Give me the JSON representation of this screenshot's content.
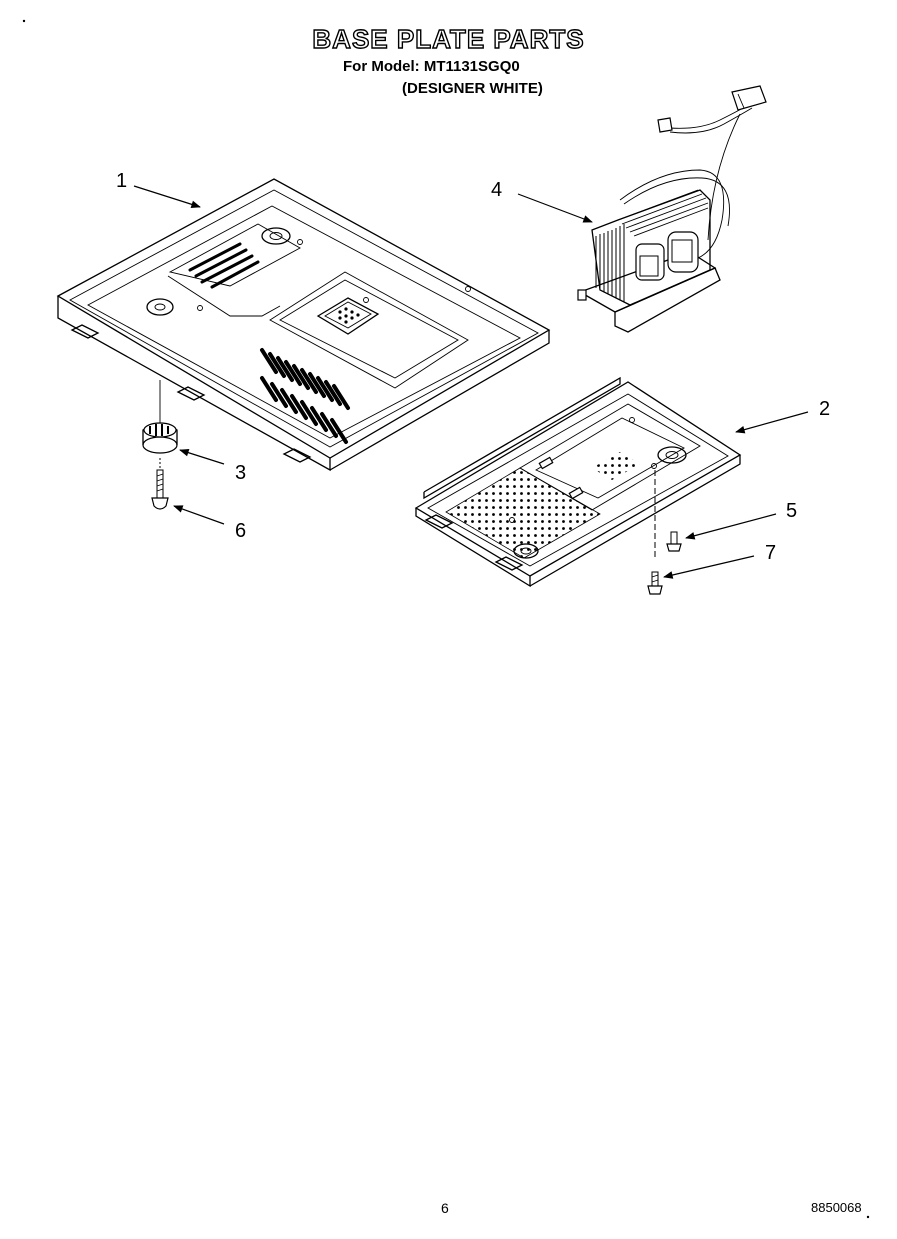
{
  "header": {
    "title": "BASE PLATE PARTS",
    "model_line": "For Model: MT1131SGQ0",
    "variant": "(DESIGNER WHITE)"
  },
  "callouts": [
    {
      "label": "1"
    },
    {
      "label": "2"
    },
    {
      "label": "3"
    },
    {
      "label": "4"
    },
    {
      "label": "5"
    },
    {
      "label": "6"
    },
    {
      "label": "7"
    }
  ],
  "footer": {
    "page_number": "6",
    "reference_code": "8850068"
  }
}
